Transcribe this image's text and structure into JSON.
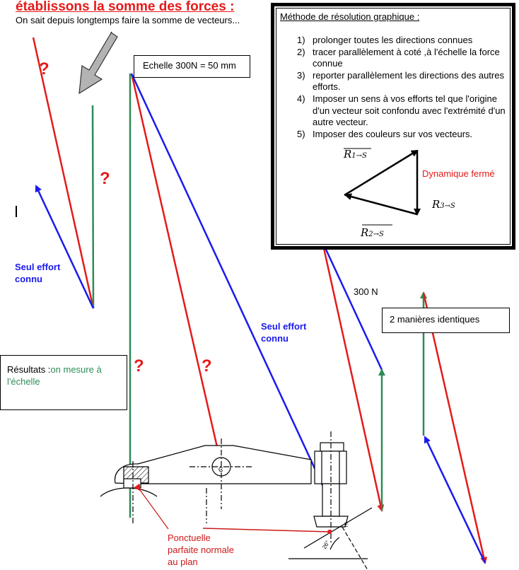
{
  "title": "établissons la somme des forces :",
  "subtitle": "On sait depuis longtemps faire la somme de vecteurs...",
  "scale_box": "Echelle 300N =  50 mm",
  "method": {
    "title": "Méthode de résolution graphique :",
    "steps": [
      {
        "num": "1)",
        "text": "prolonger toutes les directions connues"
      },
      {
        "num": "2)",
        "text": "tracer parallèlement à coté ,à l'échelle la force connue"
      },
      {
        "num": "3)",
        "text": "reporter parallèlement les directions des autres efforts."
      },
      {
        "num": "4)",
        "text": "Imposer un sens à vos efforts tel que l'origine d'un vecteur soit confondu avec l'extrémité d'un autre vecteur."
      },
      {
        "num": "5)",
        "text": "Imposer des couleurs sur vos vecteurs."
      }
    ],
    "vectors": {
      "r1": {
        "main": "R",
        "sub": "1→S"
      },
      "r2": {
        "main": "R",
        "sub": "2→S"
      },
      "r3": {
        "main": "R",
        "sub": "3→S"
      }
    }
  },
  "dynamique_label": "Dynamique fermé",
  "seul_effort_1": [
    "Seul effort",
    "connu"
  ],
  "seul_effort_2": [
    "Seul effort",
    "connu"
  ],
  "question_mark": "?",
  "resultats": {
    "prefix": "Résultats :",
    "text": "on mesure à l'échelle"
  },
  "force_label": "300 N",
  "manieres": "2 manières identiques",
  "ponctuelle": [
    "Ponctuelle",
    "parfaite normale",
    "au plan"
  ],
  "point_c": "C",
  "point_e": "E",
  "angle_label": "26°",
  "colors": {
    "red": "#e51a1a",
    "blue": "#1a1aee",
    "green": "#2e8b57",
    "darkred": "#cc1a1a"
  }
}
